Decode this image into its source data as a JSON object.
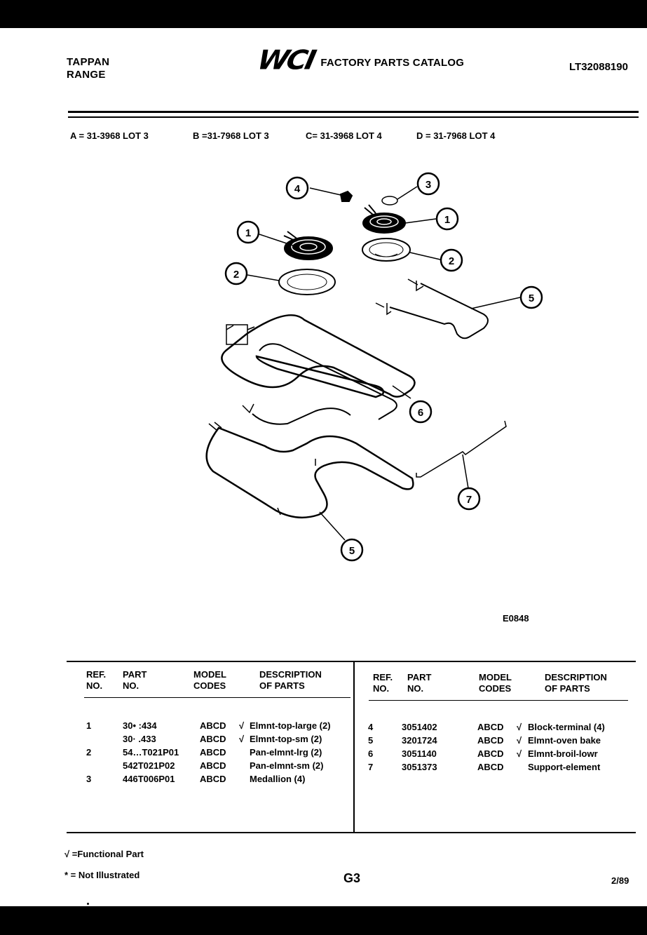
{
  "header": {
    "brand_line1": "TAPPAN",
    "brand_line2": "RANGE",
    "logo_text": "WCI",
    "catalog_title": "FACTORY PARTS CATALOG",
    "catalog_code": "LT32088190"
  },
  "lots": {
    "a": "A = 31-3968 LOT 3",
    "b": "B =31-7968 LOT 3",
    "c": "C= 31-3968 LOT 4",
    "d": "D = 31-7968 LOT 4"
  },
  "diagram": {
    "callouts": [
      "4",
      "3",
      "1",
      "1",
      "2",
      "2",
      "5",
      "6",
      "7",
      "5"
    ],
    "figure_code": "E0848"
  },
  "table": {
    "headers_left": {
      "ref": "REF.\nNO.",
      "part": "PART\nNO.",
      "model": "MODEL\nCODES",
      "desc": "DESCRIPTION\nOF PARTS"
    },
    "headers_right": {
      "ref": "REF.\nNO.",
      "part": "PART\nNO.",
      "model": "MODEL\nCODES",
      "desc": "DESCRIPTION\nOF PARTS"
    },
    "left_rows": [
      {
        "ref": "1",
        "part": "30• :434",
        "model": "ABCD",
        "check": "√",
        "desc": "Elmnt-top-large (2)"
      },
      {
        "ref": "",
        "part": "30· .433",
        "model": "ABCD",
        "check": "√",
        "desc": "Elmnt-top-sm (2)"
      },
      {
        "ref": "2",
        "part": "54…T021P01",
        "model": "ABCD",
        "check": "",
        "desc": "Pan-elmnt-lrg (2)"
      },
      {
        "ref": "",
        "part": "542T021P02",
        "model": "ABCD",
        "check": "",
        "desc": "Pan-elmnt-sm (2)"
      },
      {
        "ref": "3",
        "part": "446T006P01",
        "model": "ABCD",
        "check": "",
        "desc": "Medallion (4)"
      }
    ],
    "right_rows": [
      {
        "ref": "4",
        "part": "3051402",
        "model": "ABCD",
        "check": "√",
        "desc": "Block-terminal (4)"
      },
      {
        "ref": "5",
        "part": "3201724",
        "model": "ABCD",
        "check": "√",
        "desc": "Elmnt-oven bake"
      },
      {
        "ref": "6",
        "part": "3051140",
        "model": "ABCD",
        "check": "√",
        "desc": "Elmnt-broil-lowr"
      },
      {
        "ref": "7",
        "part": "3051373",
        "model": "ABCD",
        "check": "",
        "desc": "Support-element"
      }
    ]
  },
  "footer": {
    "functional": "√ =Functional Part",
    "not_illustrated": "* = Not Illustrated",
    "page": "G3",
    "date": "2/89"
  }
}
